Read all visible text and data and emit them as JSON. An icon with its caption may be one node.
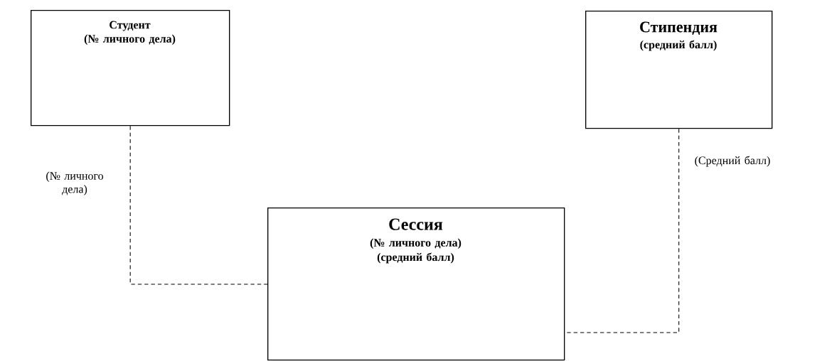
{
  "diagram": {
    "nodes": [
      {
        "text": [
          "Студент",
          "(№ личного дела)"
        ]
      },
      {
        "text": [
          "Стипендия",
          "(средний балл)"
        ]
      },
      {
        "text": [
          "Сессия",
          "(№ личного дела)",
          "(средний балл)"
        ]
      }
    ],
    "edges": [
      {
        "from": 0,
        "to": 2,
        "arrow": "none",
        "style": "dashed",
        "label": "(№ личного дела)"
      },
      {
        "from": 1,
        "to": 2,
        "arrow": "none",
        "style": "dashed",
        "label": "(Средний балл)"
      }
    ]
  }
}
